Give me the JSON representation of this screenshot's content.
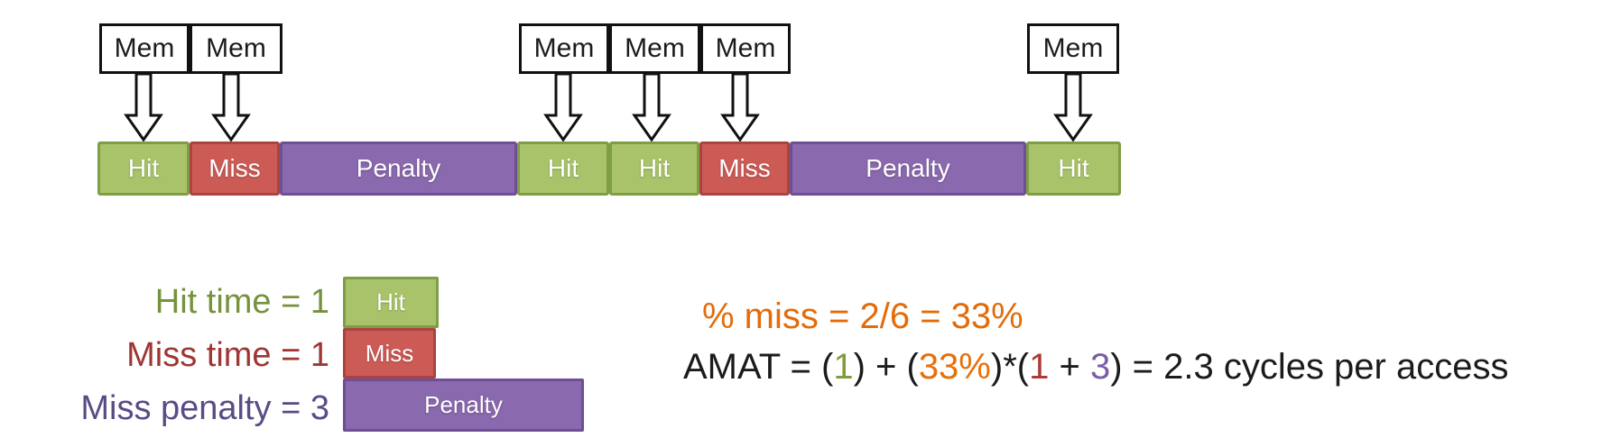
{
  "timeline": {
    "mem_boxes": [
      "Mem",
      "Mem",
      "Mem",
      "Mem",
      "Mem",
      "Mem"
    ],
    "segments": [
      {
        "label": "Hit",
        "type": "hit"
      },
      {
        "label": "Miss",
        "type": "miss"
      },
      {
        "label": "Penalty",
        "type": "penalty"
      },
      {
        "label": "Hit",
        "type": "hit"
      },
      {
        "label": "Hit",
        "type": "hit"
      },
      {
        "label": "Miss",
        "type": "miss"
      },
      {
        "label": "Penalty",
        "type": "penalty"
      },
      {
        "label": "Hit",
        "type": "hit"
      }
    ]
  },
  "legend": {
    "lines": [
      {
        "text": "Hit time = 1",
        "color": "#76923C"
      },
      {
        "text": "Miss time = 1",
        "color": "#9E3634"
      },
      {
        "text": "Miss penalty = 3",
        "color": "#5B4B85"
      }
    ],
    "boxes": [
      {
        "label": "Hit",
        "type": "hit",
        "units": 1
      },
      {
        "label": "Miss",
        "type": "miss",
        "units": 1
      },
      {
        "label": "Penalty",
        "type": "penalty",
        "units": 3
      }
    ]
  },
  "calc": {
    "miss_rate_line": "% miss = 2/6 = 33%",
    "amat_parts": [
      {
        "text": "AMAT = (",
        "color": "#1b1b1b"
      },
      {
        "text": "1",
        "color": "#7E9B3E"
      },
      {
        "text": ") + (",
        "color": "#1b1b1b"
      },
      {
        "text": "33%",
        "color": "#E8700A"
      },
      {
        "text": ")*(",
        "color": "#1b1b1b"
      },
      {
        "text": "1",
        "color": "#AE3A38"
      },
      {
        "text": " + ",
        "color": "#1b1b1b"
      },
      {
        "text": "3",
        "color": "#7A5DA8"
      },
      {
        "text": ") = 2.3 cycles per access",
        "color": "#1b1b1b"
      }
    ]
  },
  "colors": {
    "hit_fill": "#A9C36A",
    "hit_border": "#7E9E45",
    "miss_fill": "#CD5B55",
    "miss_border": "#A94440",
    "penalty_fill": "#8A69AE",
    "penalty_border": "#6E4E94",
    "orange_text": "#E36C0A",
    "background": "#FFFFFF"
  }
}
